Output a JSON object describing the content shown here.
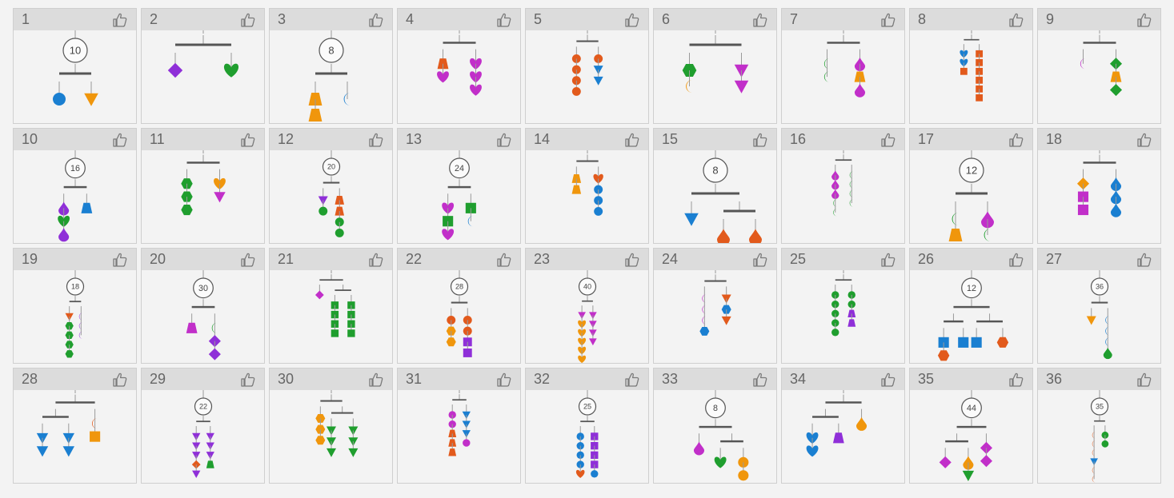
{
  "colors": {
    "blue": "#1a7fd1",
    "orange": "#f0960c",
    "purple": "#8f2fd8",
    "green": "#1f9e2e",
    "red": "#e25a1c",
    "magenta": "#c12fc9",
    "bar": "#555555",
    "string": "#9a9a9a",
    "header": "#dcdcdc"
  },
  "cards": [
    {
      "number": "1",
      "weight": "10",
      "mobile": [
        "h",
        80,
        [
          [
            "i",
            [
              "circle:blue"
            ]
          ],
          [
            "i",
            [
              "triangleDown:orange"
            ]
          ]
        ]
      ]
    },
    {
      "number": "2",
      "mobile": [
        "h",
        140,
        [
          [
            "i",
            [
              "diamond:purple"
            ]
          ],
          [
            "i",
            [
              "heart:green"
            ]
          ]
        ]
      ]
    },
    {
      "number": "3",
      "weight": "8",
      "mobile": [
        "h",
        80,
        [
          [
            "i",
            [
              "trapezoid:orange",
              "trapezoid:orange"
            ]
          ],
          [
            "i",
            [
              "moon:blue"
            ]
          ]
        ]
      ]
    },
    {
      "number": "4",
      "mobile": [
        "h",
        100,
        [
          [
            "i",
            [
              "trapezoid:red",
              "heart:magenta"
            ]
          ],
          [
            "i",
            [
              "heart:magenta",
              "heart:magenta",
              "heart:magenta"
            ]
          ]
        ]
      ]
    },
    {
      "number": "5",
      "mobile": [
        "h",
        80,
        [
          [
            "i",
            [
              "circle:red",
              "circle:red",
              "circle:red",
              "circle:red"
            ]
          ],
          [
            "i",
            [
              "circle:red",
              "triangleDown:blue",
              "triangleDown:blue"
            ]
          ]
        ]
      ]
    },
    {
      "number": "6",
      "mobile": [
        "h",
        130,
        [
          [
            "i",
            [
              "hexagon:green",
              "moon:orange"
            ]
          ],
          [
            "i",
            [
              "triangleDown:magenta",
              "triangleDown:magenta"
            ]
          ]
        ]
      ]
    },
    {
      "number": "7",
      "mobile": [
        "h",
        100,
        [
          [
            "i",
            [
              "moon:green",
              "moon:green"
            ]
          ],
          [
            "i",
            [
              "drop:magenta",
              "trapezoid:orange",
              "drop:magenta"
            ]
          ]
        ]
      ]
    },
    {
      "number": "8",
      "mobile": [
        "h",
        70,
        [
          [
            "i",
            [
              "heart:blue",
              "heart:blue",
              "square:red"
            ]
          ],
          [
            "i",
            [
              "square:red",
              "square:red",
              "square:red",
              "square:red",
              "square:red",
              "square:red"
            ]
          ]
        ]
      ]
    },
    {
      "number": "9",
      "mobile": [
        "h",
        100,
        [
          [
            "i",
            [
              "moon:magenta"
            ]
          ],
          [
            "i",
            [
              "diamond:green",
              "trapezoid:orange",
              "diamond:green"
            ]
          ]
        ]
      ]
    },
    {
      "number": "10",
      "weight": "16",
      "mobile": [
        "h",
        70,
        [
          [
            "i",
            [
              "drop:purple",
              "heart:green",
              "drop:purple"
            ]
          ],
          [
            "i",
            [
              "trapezoid:blue"
            ]
          ]
        ]
      ]
    },
    {
      "number": "11",
      "mobile": [
        "h",
        100,
        [
          [
            "i",
            [
              "hexagon:green",
              "hexagon:green",
              "hexagon:green"
            ]
          ],
          [
            "i",
            [
              "heart:orange",
              "triangleDown:magenta"
            ]
          ]
        ]
      ]
    },
    {
      "number": "12",
      "weight": "20",
      "mobile": [
        "h",
        60,
        [
          [
            "i",
            [
              "triangleDown:purple",
              "circle:green"
            ]
          ],
          [
            "i",
            [
              "trapezoid:red",
              "trapezoid:red",
              "circle:green",
              "circle:green"
            ]
          ]
        ]
      ]
    },
    {
      "number": "13",
      "weight": "24",
      "mobile": [
        "h",
        70,
        [
          [
            "i",
            [
              "heart:magenta",
              "square:green",
              "heart:magenta"
            ]
          ],
          [
            "i",
            [
              "square:green",
              "moon:blue"
            ]
          ]
        ]
      ]
    },
    {
      "number": "14",
      "mobile": [
        "h",
        80,
        [
          [
            "i",
            [
              "trapezoid:orange",
              "trapezoid:orange"
            ]
          ],
          [
            "i",
            [
              "heart:red",
              "circle:blue",
              "circle:blue",
              "circle:blue"
            ]
          ]
        ]
      ]
    },
    {
      "number": "15",
      "weight": "8",
      "mobile": [
        "h",
        120,
        [
          [
            "i",
            [
              "triangleDown:blue"
            ]
          ],
          [
            "h",
            80,
            [
              [
                "i",
                [
                  "drop:red"
                ]
              ],
              [
                "i",
                [
                  "drop:red"
                ]
              ]
            ]
          ]
        ]
      ]
    },
    {
      "number": "16",
      "mobile": [
        "h",
        70,
        [
          [
            "i",
            [
              "drop:magenta",
              "drop:magenta",
              "drop:magenta",
              "moon:green",
              "moon:green"
            ]
          ],
          [
            "i",
            [
              "moon:green",
              "moon:green",
              "moon:green",
              "moon:green"
            ]
          ]
        ]
      ]
    },
    {
      "number": "17",
      "weight": "12",
      "mobile": [
        "h",
        80,
        [
          [
            "i",
            [
              "moon:green",
              "trapezoid:orange"
            ]
          ],
          [
            "i",
            [
              "drop:magenta",
              "moon:green"
            ]
          ]
        ]
      ]
    },
    {
      "number": "18",
      "mobile": [
        "h",
        100,
        [
          [
            "i",
            [
              "diamond:orange",
              "square:magenta",
              "square:magenta"
            ]
          ],
          [
            "i",
            [
              "drop:blue",
              "drop:blue",
              "drop:blue"
            ]
          ]
        ]
      ]
    },
    {
      "number": "19",
      "weight": "18",
      "mobile": [
        "h",
        50,
        [
          [
            "i",
            [
              "triangleDown:red",
              "hexagon:green",
              "hexagon:green",
              "hexagon:green",
              "hexagon:green"
            ]
          ],
          [
            "i",
            [
              "moon:purple",
              "moon:purple",
              "moon:purple"
            ]
          ]
        ]
      ]
    },
    {
      "number": "20",
      "weight": "30",
      "mobile": [
        "h",
        70,
        [
          [
            "i",
            [
              "trapezoid:magenta"
            ]
          ],
          [
            "i",
            [
              "moon:green",
              "diamond:purple",
              "diamond:purple"
            ]
          ]
        ]
      ]
    },
    {
      "number": "21",
      "mobile": [
        "h",
        100,
        [
          [
            "i",
            [
              "diamond:magenta"
            ]
          ],
          [
            "h",
            70,
            [
              [
                "i",
                [
                  "square:green",
                  "square:green",
                  "square:green",
                  "square:green"
                ]
              ],
              [
                "i",
                [
                  "square:green",
                  "square:green",
                  "square:green",
                  "square:green"
                ]
              ]
            ]
          ]
        ]
      ]
    },
    {
      "number": "22",
      "weight": "28",
      "mobile": [
        "h",
        60,
        [
          [
            "i",
            [
              "circle:red",
              "hexagon:orange",
              "hexagon:orange"
            ]
          ],
          [
            "i",
            [
              "circle:red",
              "circle:red",
              "square:purple",
              "square:purple"
            ]
          ]
        ]
      ]
    },
    {
      "number": "23",
      "weight": "40",
      "mobile": [
        "h",
        50,
        [
          [
            "i",
            [
              "triangleDown:magenta",
              "heart:orange",
              "heart:orange",
              "heart:orange",
              "heart:orange",
              "heart:orange"
            ]
          ],
          [
            "i",
            [
              "triangleDown:magenta",
              "triangleDown:magenta",
              "triangleDown:magenta",
              "triangleDown:magenta"
            ]
          ]
        ]
      ]
    },
    {
      "number": "24",
      "mobile": [
        "h",
        80,
        [
          [
            "i",
            [
              "moon:magenta",
              "moon:magenta",
              "moon:magenta",
              "hexagon:blue"
            ]
          ],
          [
            "i",
            [
              "triangleDown:red",
              "hexagon:blue",
              "triangleDown:red"
            ]
          ]
        ]
      ]
    },
    {
      "number": "25",
      "mobile": [
        "h",
        70,
        [
          [
            "i",
            [
              "circle:green",
              "circle:green",
              "circle:green",
              "circle:green",
              "circle:green"
            ]
          ],
          [
            "i",
            [
              "circle:green",
              "circle:green",
              "trapezoid:purple",
              "trapezoid:purple"
            ]
          ]
        ]
      ]
    },
    {
      "number": "26",
      "weight": "12",
      "mobile": [
        "h",
        110,
        [
          [
            "h",
            60,
            [
              [
                "i",
                [
                  "square:blue",
                  "hexagon:red"
                ]
              ],
              [
                "i",
                [
                  "square:blue"
                ]
              ]
            ]
          ],
          [
            "h",
            80,
            [
              [
                "i",
                [
                  "square:blue"
                ]
              ],
              [
                "i",
                [
                  "hexagon:red"
                ]
              ]
            ]
          ]
        ]
      ]
    },
    {
      "number": "27",
      "weight": "36",
      "mobile": [
        "h",
        60,
        [
          [
            "i",
            [
              "triangleDown:orange"
            ]
          ],
          [
            "i",
            [
              "moon:blue",
              "moon:blue",
              "moon:blue",
              "drop:green"
            ]
          ]
        ]
      ]
    },
    {
      "number": "28",
      "mobile": [
        "h",
        120,
        [
          [
            "h",
            80,
            [
              [
                "i",
                [
                  "triangleDown:blue",
                  "triangleDown:blue"
                ]
              ],
              [
                "i",
                [
                  "triangleDown:blue",
                  "triangleDown:blue"
                ]
              ]
            ]
          ],
          [
            "i",
            [
              "moon:red",
              "square:orange"
            ]
          ]
        ]
      ]
    },
    {
      "number": "29",
      "weight": "22",
      "mobile": [
        "h",
        60,
        [
          [
            "i",
            [
              "triangleDown:purple",
              "triangleDown:purple",
              "triangleDown:purple",
              "diamond:red",
              "triangleDown:purple"
            ]
          ],
          [
            "i",
            [
              "triangleDown:purple",
              "triangleDown:purple",
              "triangleDown:purple",
              "trapezoid:green"
            ]
          ]
        ]
      ]
    },
    {
      "number": "30",
      "mobile": [
        "h",
        80,
        [
          [
            "i",
            [
              "hexagon:orange",
              "hexagon:orange",
              "hexagon:orange"
            ]
          ],
          [
            "h",
            80,
            [
              [
                "i",
                [
                  "triangleDown:green",
                  "triangleDown:green",
                  "triangleDown:green"
                ]
              ],
              [
                "i",
                [
                  "triangleDown:green",
                  "triangleDown:green",
                  "triangleDown:green"
                ]
              ]
            ]
          ]
        ]
      ]
    },
    {
      "number": "31",
      "mobile": [
        "h",
        60,
        [
          [
            "i",
            [
              "circle:magenta",
              "circle:magenta",
              "trapezoid:red",
              "trapezoid:red",
              "trapezoid:red"
            ]
          ],
          [
            "i",
            [
              "triangleDown:blue",
              "triangleDown:blue",
              "triangleDown:blue",
              "circle:magenta"
            ]
          ]
        ]
      ]
    },
    {
      "number": "32",
      "weight": "25",
      "mobile": [
        "h",
        60,
        [
          [
            "i",
            [
              "circle:blue",
              "circle:blue",
              "circle:blue",
              "circle:blue",
              "heart:red"
            ]
          ],
          [
            "i",
            [
              "square:purple",
              "square:purple",
              "square:purple",
              "square:purple",
              "circle:blue"
            ]
          ]
        ]
      ]
    },
    {
      "number": "33",
      "weight": "8",
      "mobile": [
        "h",
        100,
        [
          [
            "i",
            [
              "drop:magenta"
            ]
          ],
          [
            "h",
            70,
            [
              [
                "i",
                [
                  "heart:green"
                ]
              ],
              [
                "i",
                [
                  "circle:orange",
                  "circle:orange"
                ]
              ]
            ]
          ]
        ]
      ]
    },
    {
      "number": "34",
      "mobile": [
        "h",
        110,
        [
          [
            "h",
            80,
            [
              [
                "i",
                [
                  "heart:blue",
                  "heart:blue"
                ]
              ],
              [
                "i",
                [
                  "trapezoid:purple"
                ]
              ]
            ]
          ],
          [
            "i",
            [
              "drop:orange"
            ]
          ]
        ]
      ]
    },
    {
      "number": "35",
      "weight": "44",
      "mobile": [
        "h",
        90,
        [
          [
            "h",
            70,
            [
              [
                "i",
                [
                  "diamond:magenta"
                ]
              ],
              [
                "i",
                [
                  "drop:orange",
                  "triangleDown:green"
                ]
              ]
            ]
          ],
          [
            "i",
            [
              "diamond:magenta",
              "diamond:magenta"
            ]
          ]
        ]
      ]
    },
    {
      "number": "36",
      "weight": "35",
      "mobile": [
        "h",
        50,
        [
          [
            "i",
            [
              "moon:red",
              "moon:red",
              "moon:red",
              "triangleDown:blue",
              "moon:red",
              "moon:red"
            ]
          ],
          [
            "i",
            [
              "circle:green",
              "circle:green"
            ]
          ]
        ]
      ]
    }
  ]
}
